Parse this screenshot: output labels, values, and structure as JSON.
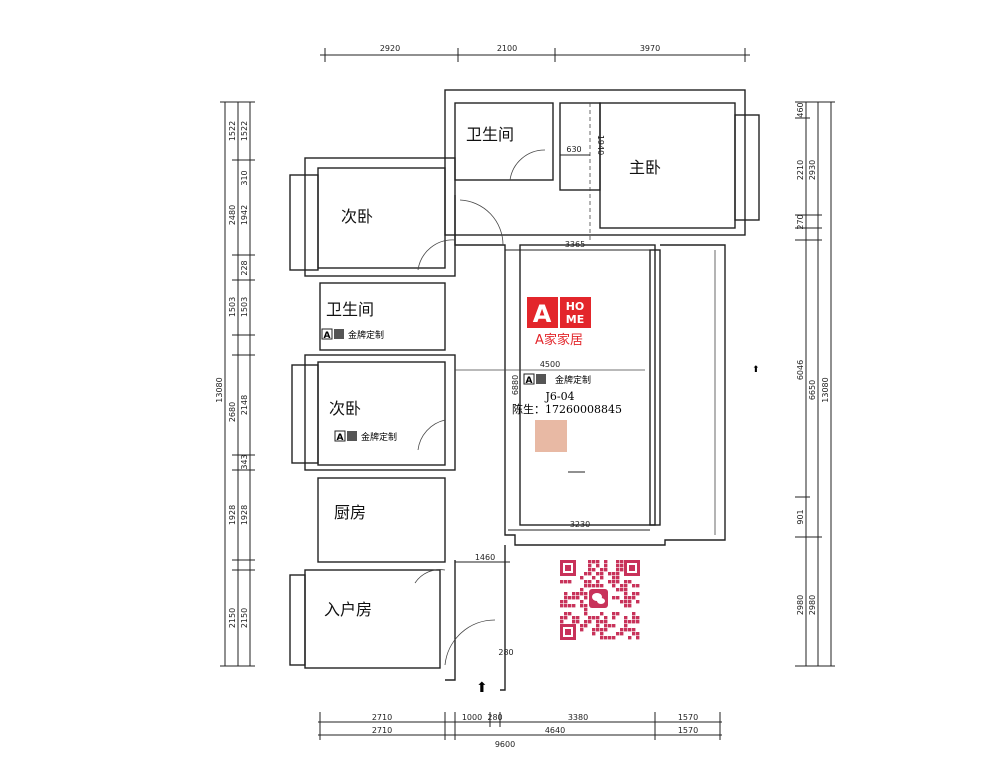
{
  "rooms": {
    "bath_top": "卫生间",
    "master": "主卧",
    "second_top": "次卧",
    "bath_left": "卫生间",
    "second_mid": "次卧",
    "kitchen": "厨房",
    "entry_room": "入户房"
  },
  "dims": {
    "top": [
      "2920",
      "2100",
      "3970"
    ],
    "left_outer": [
      "1522",
      "2480",
      "1503",
      "2680",
      "1928",
      "2150"
    ],
    "left_inner": [
      "1522",
      "310",
      "1942",
      "228",
      "1503",
      "2148",
      "343",
      "1928",
      "2150"
    ],
    "left_total": "13080",
    "right_inner": [
      "460",
      "2210",
      "270",
      "6046",
      "901",
      "2980"
    ],
    "right_mid": [
      "2930",
      "6650",
      "2980"
    ],
    "right_total": "13080",
    "bottom1": [
      "2710",
      "1000",
      "280",
      "3380",
      "1570"
    ],
    "bottom2": [
      "2710",
      "4640",
      "1570"
    ],
    "bottom_total": "9600",
    "inner": {
      "closet_w": "630",
      "closet_h": "1940",
      "living_top": "3365",
      "living_mid": "4500",
      "living_v": "6880",
      "living_bottom": "3230",
      "hall": "1460",
      "entry_wall": "280"
    }
  },
  "brand": {
    "logo_letter": "A",
    "logo_home": [
      "HO",
      "ME"
    ],
    "logo_name": "A家家居",
    "tag_a": "A",
    "tag_text": "金牌定制",
    "code": "J6-04",
    "contact": "陈生：17260008845"
  },
  "colors": {
    "brand_red": "#e3262b",
    "qr_pink": "#c8325a"
  }
}
